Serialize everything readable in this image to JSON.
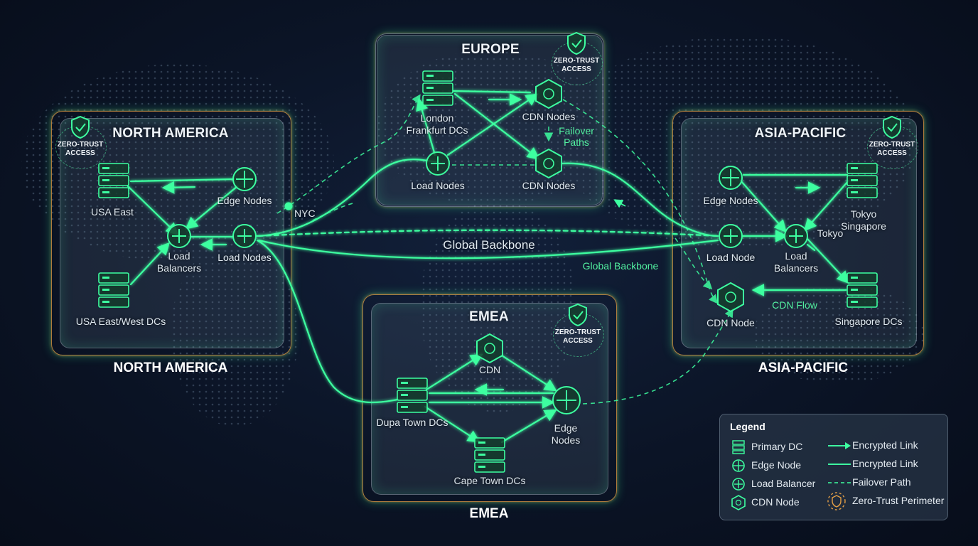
{
  "regions": {
    "north_america": {
      "title": "NORTH AMERICA",
      "outer_label": "NORTH AMERICA",
      "badge": "ZERO-TRUST ACCESS",
      "nodes": {
        "usa_east": "USA East",
        "edge_nodes": "Edge Nodes",
        "load_balancers": "Load Balancers",
        "load_nodes": "Load Nodes",
        "usa_east_west": "USA East/West DCs"
      }
    },
    "europe": {
      "title": "EUROPE",
      "badge": "ZERO-TRUST ACCESS",
      "nodes": {
        "london_frankfurt": "London Frankfurt DCs",
        "cdn_nodes_top": "CDN Nodes",
        "failover_paths": "Failover Paths",
        "load_nodes": "Load Nodes",
        "cdn_nodes_bottom": "CDN Nodes"
      }
    },
    "asia_pacific": {
      "title": "ASIA-PACIFIC",
      "outer_label": "ASIA-PACIFIC",
      "badge": "ZERO-TRUST ACCESS",
      "nodes": {
        "edge_nodes": "Edge Nodes",
        "tokyo_singapore": "Tokyo Singapore",
        "tokyo": "Tokyo",
        "load_node": "Load Node",
        "load_balancers": "Load Balancers",
        "cdn_node": "CDN Node",
        "cdn_flow": "CDN Flow",
        "singapore_dcs": "Singapore DCs"
      }
    },
    "emea": {
      "title": "EMEA",
      "outer_label": "EMEA",
      "badge": "ZERO-TRUST ACCESS",
      "nodes": {
        "cdn": "CDN",
        "dupa_town": "Dupa Town DCs",
        "edge_nodes": "Edge Nodes",
        "cape_town": "Cape Town DCs"
      }
    }
  },
  "links": {
    "nyc": "NYC",
    "global_backbone": "Global Backbone",
    "global_backbone_secondary": "Global Backbone"
  },
  "legend": {
    "title": "Legend",
    "items": {
      "primary_dc": "Primary DC",
      "edge_node": "Edge Node",
      "load_balancer": "Load Balancer",
      "cdn_node": "CDN Node",
      "encrypted_link_arrow": "Encrypted Link",
      "encrypted_link": "Encrypted Link",
      "failover_path": "Failover Path",
      "zero_trust_perimeter": "Zero-Trust Perimeter"
    }
  },
  "colors": {
    "link_green": "#3dffa0",
    "region_border_orange": "#e6a046",
    "background": "#0b1426"
  }
}
